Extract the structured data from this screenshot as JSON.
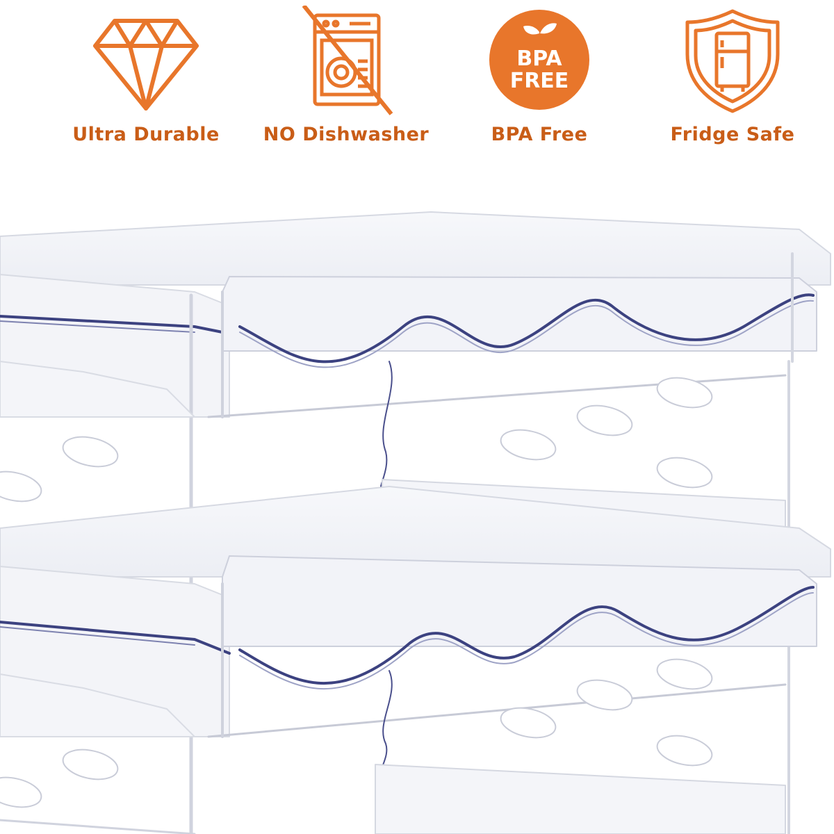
{
  "features": [
    {
      "label": "Ultra Durable",
      "icon": "diamond-icon"
    },
    {
      "label": "NO Dishwasher",
      "icon": "no-dishwasher-icon"
    },
    {
      "label": "BPA Free",
      "icon": "bpa-free-badge-icon"
    },
    {
      "label": "Fridge Safe",
      "icon": "fridge-shield-icon"
    }
  ],
  "badge": {
    "line1": "BPA",
    "line2": "FREE"
  },
  "colors": {
    "accent": "#e8762b",
    "text": "#c95d17",
    "rack_edge": "#4a4f8c"
  }
}
